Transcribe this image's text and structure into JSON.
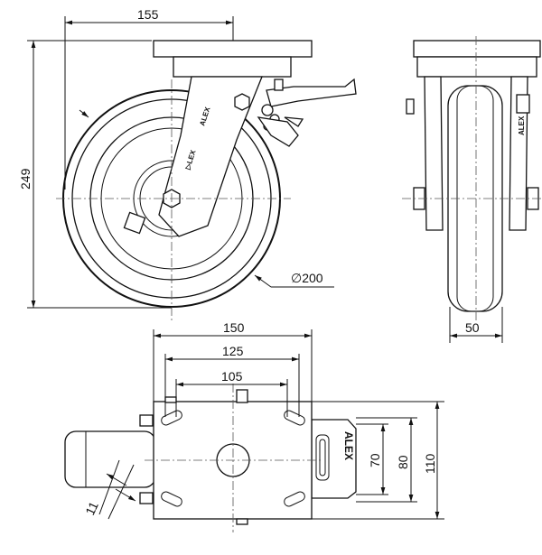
{
  "dimensions": {
    "overall_height": "249",
    "swivel_offset": "155",
    "wheel_diameter": "∅200",
    "wheel_width": "50",
    "plate_length": "150",
    "bolt_spacing_length": "125",
    "bolt_spacing_length_alt": "105",
    "slot_width": "11",
    "bolt_spacing_width": "70",
    "bolt_spacing_width_alt": "80",
    "plate_width": "110"
  },
  "labels": {
    "brand": "ALEX"
  }
}
